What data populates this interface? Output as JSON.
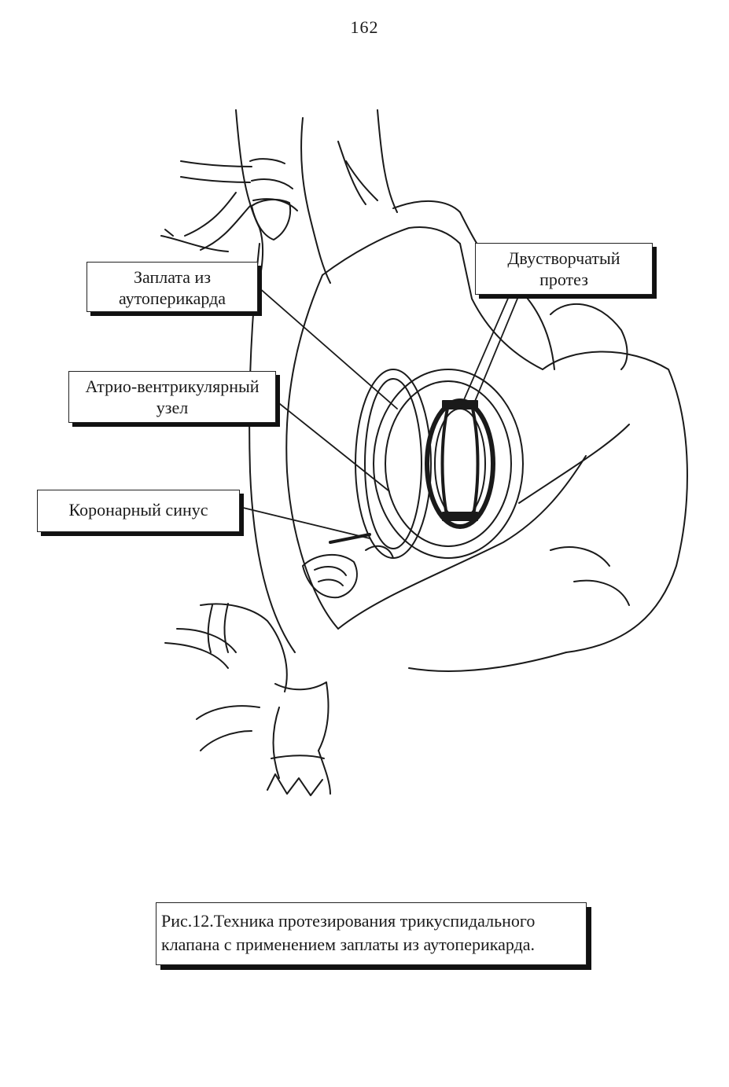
{
  "page": {
    "number": "162"
  },
  "figure": {
    "labels": {
      "patch": [
        "Заплата из",
        "аутоперикарда"
      ],
      "prosthesis": [
        "Двустворчатый",
        "протез"
      ],
      "av_node": [
        "Атрио-вентрикулярный",
        "узел"
      ],
      "coronary_sinus": [
        "Коронарный синус"
      ]
    },
    "caption": [
      "Рис.12.Техника протезирования трикуспидального",
      "клапана с применением заплаты из аутоперикарда."
    ]
  }
}
